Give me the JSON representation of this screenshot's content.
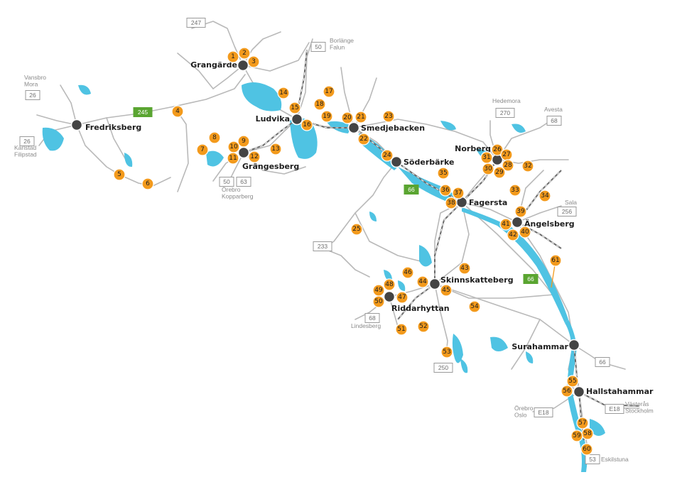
{
  "colors": {
    "water": "#4fc3e3",
    "road": "#b9b9b9",
    "major_road": "#a6a6a6",
    "rail": "#6a6a6a",
    "marker_fill": "#f39a1c",
    "marker_stroke": "#ffffff",
    "city_dot": "#444444",
    "green_shield": "#5aa531",
    "grey_shield_border": "#9a9a9a"
  },
  "cities": [
    {
      "name": "Grangärde"
    },
    {
      "name": "Fredriksberg"
    },
    {
      "name": "Ludvika"
    },
    {
      "name": "Grängesberg"
    },
    {
      "name": "Smedjebacken"
    },
    {
      "name": "Söderbärke"
    },
    {
      "name": "Norberg"
    },
    {
      "name": "Fagersta"
    },
    {
      "name": "Ängelsberg"
    },
    {
      "name": "Skinnskatteberg"
    },
    {
      "name": "Riddarhyttan"
    },
    {
      "name": "Surahammar"
    },
    {
      "name": "Hallstahammar"
    }
  ],
  "markers": [
    "1",
    "2",
    "3",
    "4",
    "5",
    "6",
    "7",
    "8",
    "9",
    "10",
    "11",
    "12",
    "13",
    "14",
    "15",
    "16",
    "17",
    "18",
    "19",
    "20",
    "21",
    "22",
    "23",
    "24",
    "25",
    "26",
    "27",
    "28",
    "29",
    "30",
    "31",
    "32",
    "33",
    "34",
    "35",
    "36",
    "37",
    "38",
    "39",
    "40",
    "41",
    "42",
    "43",
    "44",
    "45",
    "46",
    "47",
    "48",
    "49",
    "50",
    "51",
    "52",
    "53",
    "54",
    "55",
    "56",
    "57",
    "58",
    "59",
    "60",
    "61"
  ],
  "road_shields": [
    {
      "number": "247",
      "style": "grey"
    },
    {
      "number": "50",
      "style": "grey"
    },
    {
      "number": "26",
      "style": "grey"
    },
    {
      "number": "245",
      "style": "green"
    },
    {
      "number": "26",
      "style": "grey"
    },
    {
      "number": "50",
      "style": "grey"
    },
    {
      "number": "63",
      "style": "grey"
    },
    {
      "number": "270",
      "style": "grey"
    },
    {
      "number": "68",
      "style": "grey"
    },
    {
      "number": "66",
      "style": "green"
    },
    {
      "number": "256",
      "style": "grey"
    },
    {
      "number": "233",
      "style": "grey"
    },
    {
      "number": "66",
      "style": "green"
    },
    {
      "number": "68",
      "style": "grey"
    },
    {
      "number": "250",
      "style": "grey"
    },
    {
      "number": "66",
      "style": "grey"
    },
    {
      "number": "E18",
      "style": "grey"
    },
    {
      "number": "E18",
      "style": "grey"
    },
    {
      "number": "53",
      "style": "grey"
    }
  ],
  "direction_labels": [
    {
      "lines": [
        "Borlänge",
        "Falun"
      ]
    },
    {
      "lines": [
        "Vansbro",
        "Mora"
      ]
    },
    {
      "lines": [
        "Karlstad",
        "Filipstad"
      ]
    },
    {
      "lines": [
        "Örebro",
        "Kopparberg"
      ]
    },
    {
      "lines": [
        "Hedemora"
      ]
    },
    {
      "lines": [
        "Avesta"
      ]
    },
    {
      "lines": [
        "Sala"
      ]
    },
    {
      "lines": [
        "Lindesberg"
      ]
    },
    {
      "lines": [
        "Örebro",
        "Oslo"
      ]
    },
    {
      "lines": [
        "Västerås",
        "Stockholm"
      ]
    },
    {
      "lines": [
        "Eskilstuna"
      ]
    }
  ]
}
